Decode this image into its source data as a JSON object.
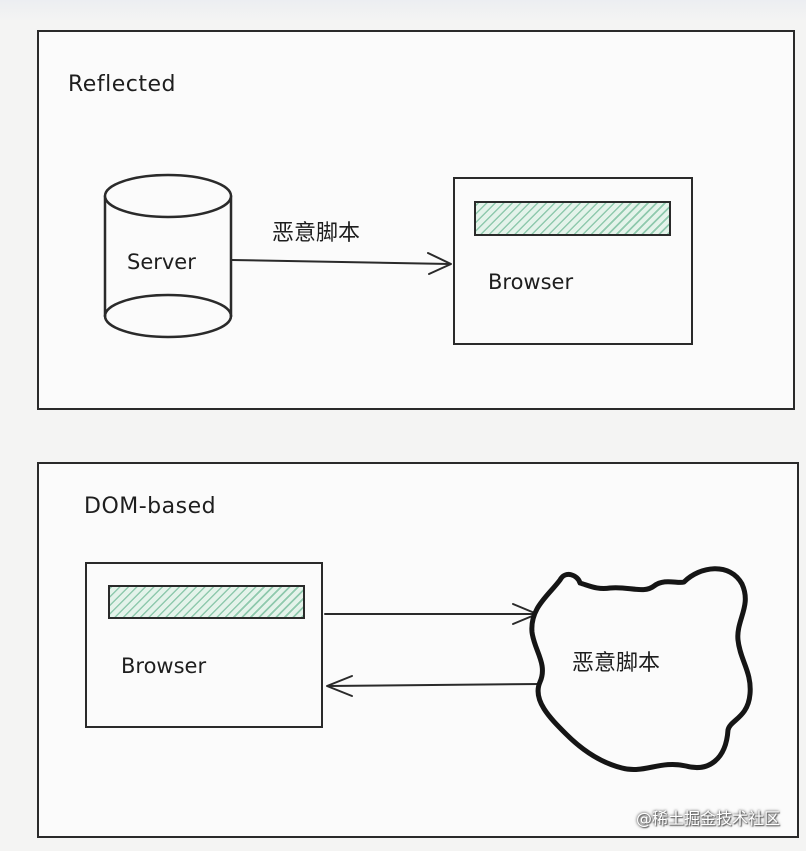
{
  "reflected": {
    "label": "Reflected",
    "server_label": "Server",
    "browser_label": "Browser",
    "arrow_label": "恶意脚本"
  },
  "dom_based": {
    "label": "DOM-based",
    "browser_label": "Browser",
    "cloud_label": "恶意脚本"
  },
  "watermark": "@稀土掘金技术社区",
  "colors": {
    "stroke": "#2a2a2a",
    "hatch_fill": "#8fc9ad",
    "panel_bg": "#fbfbfb",
    "page_bg": "#f4f4f3"
  }
}
